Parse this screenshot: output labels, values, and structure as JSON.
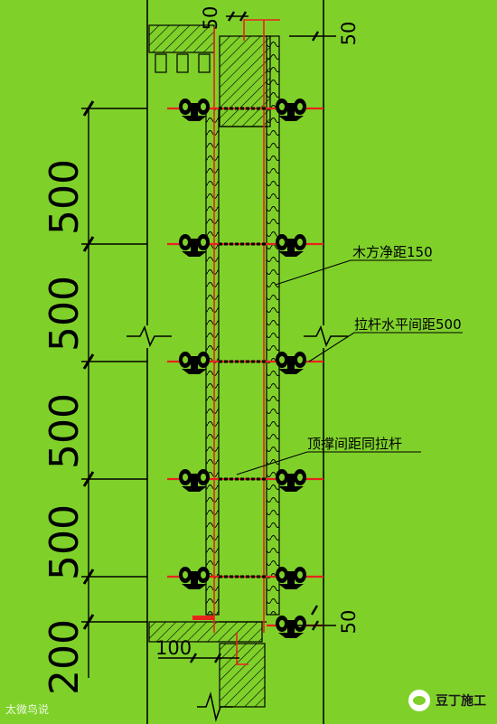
{
  "dimensions": {
    "vertical_spacing": [
      "500",
      "500",
      "500",
      "500"
    ],
    "bottom_spacing": "200",
    "top_small": "50",
    "top_small_right": "50",
    "bottom_small": "50",
    "bottom_offset": "100"
  },
  "annotations": {
    "timber_clear_spacing": "木方净距150",
    "tie_rod_horizontal_spacing": "拉杆水平间距500",
    "brace_spacing_same_as_tie_rod": "顶撑间距同拉杆"
  },
  "watermarks": {
    "left": "太微鸟说",
    "right": "豆丁施工"
  },
  "colors": {
    "background": "#7fd12a",
    "line": "#000000",
    "tie_rod": "#e8231c",
    "hatch": "#000000"
  }
}
